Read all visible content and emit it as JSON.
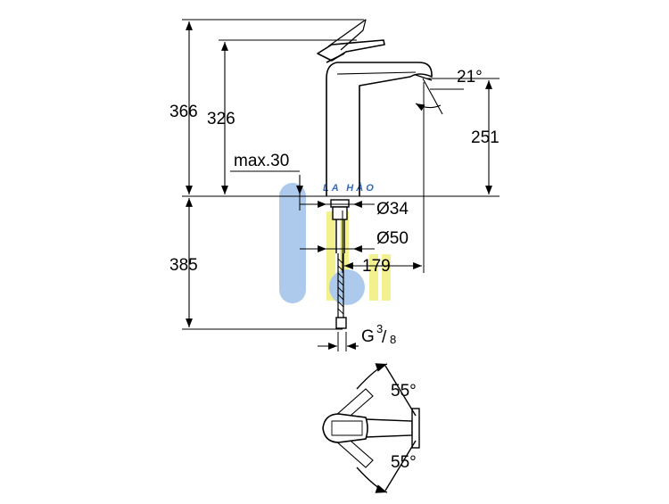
{
  "diagram": {
    "dimensions": {
      "total_height": "366",
      "spout_height": "326",
      "max_deck": "max.30",
      "angle_tilt": "21°",
      "outlet_height": "251",
      "dia_small": "Ø34",
      "dia_large": "Ø50",
      "reach": "179",
      "below_deck": "385",
      "connection_g": "G",
      "connection_num": "3",
      "connection_den": "8",
      "rotation_top": "55°",
      "rotation_bottom": "55°"
    },
    "watermark": {
      "text": "LA HÀO",
      "colors": {
        "blue": "#a9c8ec",
        "yellow": "#f2f08a",
        "text": "#2a62b8"
      }
    },
    "colors": {
      "line": "#000000",
      "background": "#ffffff"
    }
  }
}
